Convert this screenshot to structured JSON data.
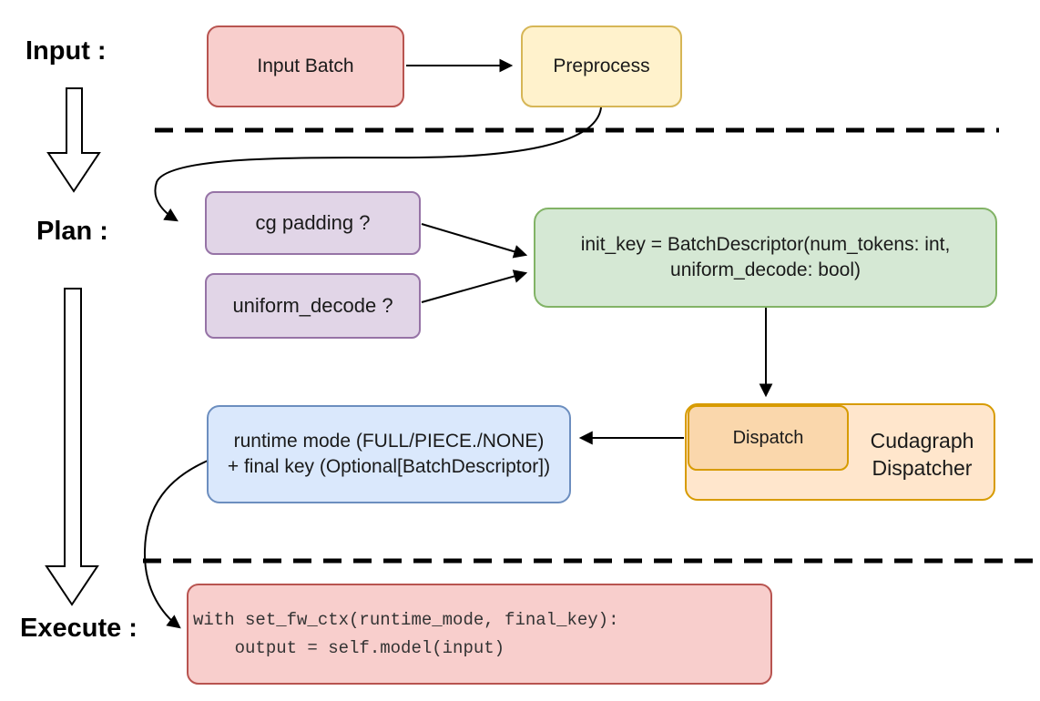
{
  "stage_labels": {
    "input": "Input :",
    "plan": "Plan :",
    "execute": "Execute :"
  },
  "nodes": {
    "input_batch": {
      "label": "Input Batch"
    },
    "preprocess": {
      "label": "Preprocess"
    },
    "cg_padding": {
      "label": "cg padding ?"
    },
    "uniform_decode": {
      "label": "uniform_decode ?"
    },
    "init_key": {
      "line1": "init_key = BatchDescriptor(num_tokens: int,",
      "line2": "uniform_decode: bool)"
    },
    "dispatch": {
      "label": "Dispatch"
    },
    "cudagraph_dispatcher": {
      "line1": "Cudagraph",
      "line2": "Dispatcher"
    },
    "runtime_mode": {
      "line1": "runtime mode (FULL/PIECE./NONE)",
      "line2": "+ final key (Optional[BatchDescriptor])"
    },
    "execute_code": {
      "line1": "with set_fw_ctx(runtime_mode, final_key):",
      "line2": "    output = self.model(input)"
    }
  },
  "icons": {
    "stage_flow_arrows": "hollow-down-arrow"
  },
  "colors": {
    "pink_fill": "#f8cecc",
    "pink_stroke": "#b85450",
    "yellow_fill": "#fff2cc",
    "yellow_stroke": "#d6b656",
    "purple_fill": "#e1d5e7",
    "purple_stroke": "#9673a6",
    "green_fill": "#d5e8d4",
    "green_stroke": "#82b366",
    "orange_fill": "#ffe6cc",
    "orange_inner_fill": "#fad7ac",
    "orange_stroke": "#d79b00",
    "blue_fill": "#dae8fc",
    "blue_stroke": "#6c8ebf",
    "connector": "#000000"
  }
}
